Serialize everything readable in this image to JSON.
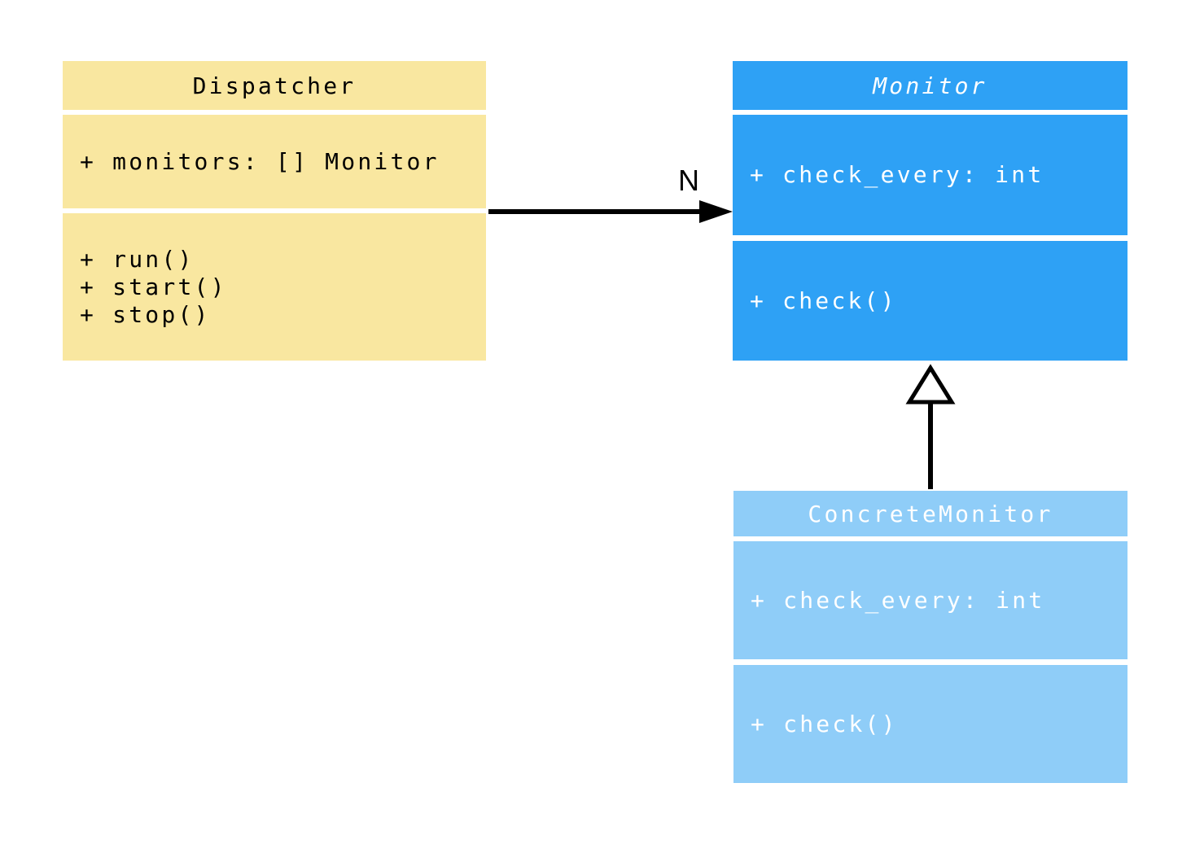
{
  "diagram": {
    "kind": "uml-class-diagram",
    "classes": [
      {
        "name": "Dispatcher",
        "abstract": false,
        "attributes": [
          "+ monitors: [] Monitor"
        ],
        "methods": [
          "+ run()",
          "+ start()",
          "+ stop()"
        ]
      },
      {
        "name": "Monitor",
        "abstract": true,
        "attributes": [
          "+ check_every: int"
        ],
        "methods": [
          "+ check()"
        ]
      },
      {
        "name": "ConcreteMonitor",
        "abstract": false,
        "attributes": [
          "+ check_every: int"
        ],
        "methods": [
          "+ check()"
        ]
      }
    ],
    "relationships": [
      {
        "type": "association",
        "from": "Dispatcher",
        "to": "Monitor",
        "label": "N"
      },
      {
        "type": "generalization",
        "from": "ConcreteMonitor",
        "to": "Monitor",
        "label": ""
      }
    ],
    "colors": {
      "background": "#FFFFFF",
      "dispatcher_fill": "#F9E7A0",
      "dispatcher_text": "#000000",
      "monitor_fill": "#2EA1F5",
      "monitor_text": "#FFFFFF",
      "concrete_monitor_fill": "#8FCDF8",
      "concrete_monitor_text": "#FFFFFF",
      "connector": "#000000"
    }
  }
}
